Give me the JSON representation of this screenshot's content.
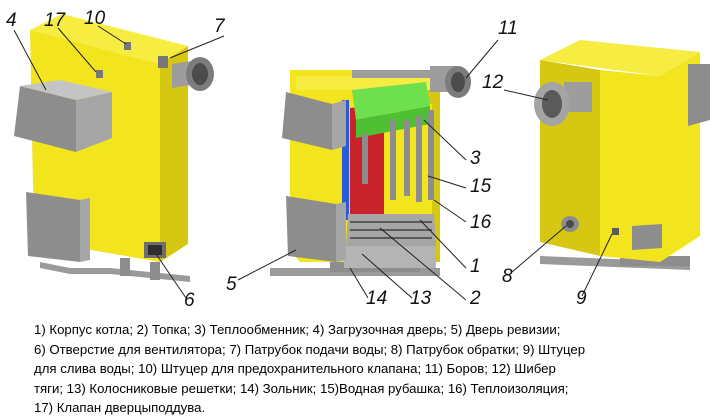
{
  "callouts": [
    "4",
    "17",
    "10",
    "7",
    "11",
    "12",
    "3",
    "15",
    "16",
    "1",
    "2",
    "13",
    "14",
    "5",
    "6",
    "8",
    "9"
  ],
  "legend_lines": [
    "1) Корпус котла;   2) Топка;   3) Теплообменник;   4) Загрузочная дверь;  5)  Дверь ревизии;",
    "6) Отверстие для вентилятора;  7) Патрубок подачи воды;   8) Патрубок обратки;   9) Штуцер",
    "для слива воды;   10) Штуцер для предохранительного клапана;   11) Боров;   12) Шибер",
    "тяги;   13) Колосниковые решетки;   14) Зольник;   15)Водная рубашка;   16) Теплоизоляция;",
    "17) Клапан дверцыподдува."
  ],
  "colors": {
    "body_yellow": "#f2e51e",
    "body_yellow_dark": "#d6c812",
    "steel": "#8d8d8d",
    "steel_light": "#b4b4b4",
    "furnace_red": "#c8232b",
    "exchanger_green": "#6fe04d",
    "jacket_blue": "#2a5bd7",
    "jacket_purple": "#8a2ac8"
  }
}
